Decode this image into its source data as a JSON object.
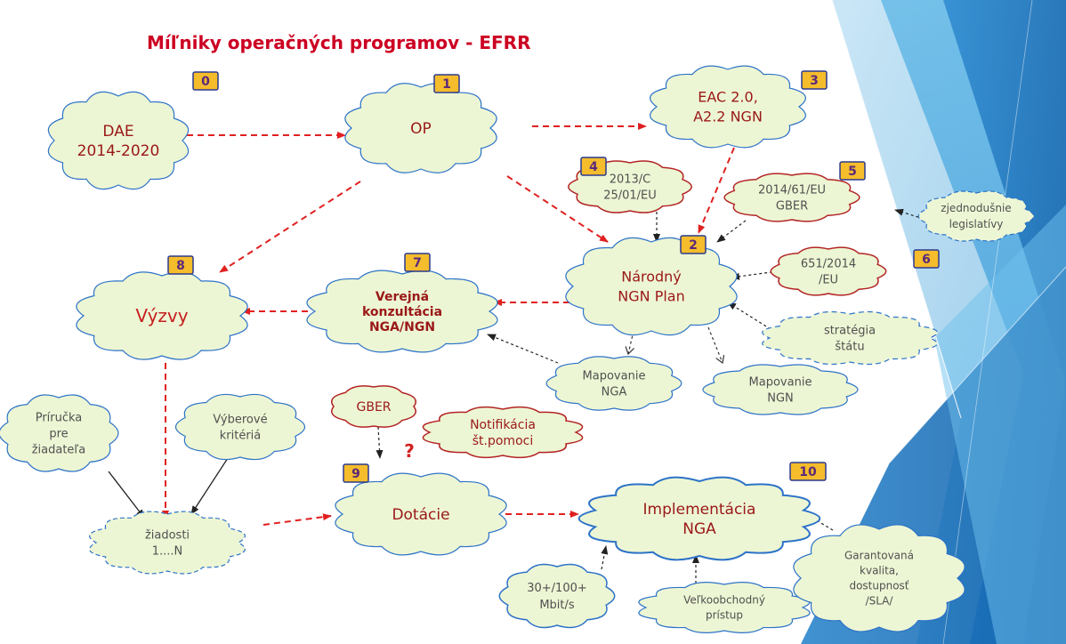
{
  "title": "Míľniky   operačných programov - EFRR",
  "colors": {
    "title": "#cc0022",
    "cloud_fill": "#edf6d4",
    "outline_blue": "#2d73c8",
    "outline_red": "#b32424",
    "text_dark_red": "#9a1818",
    "text_red": "#c62020",
    "text_gray": "#505050",
    "badge_fill": "#f5bc2c",
    "badge_border": "#2b3a8e",
    "badge_text": "#5a2a7a",
    "arrow_red": "#e02020",
    "arrow_black": "#222222"
  },
  "nodes": {
    "dae": {
      "badge": "0",
      "lines": [
        "DAE",
        "2014-2020"
      ]
    },
    "op": {
      "badge": "1",
      "lines": [
        "OP"
      ]
    },
    "eac": {
      "badge": "3",
      "lines": [
        "EAC 2.0,",
        "A2.2 NGN"
      ]
    },
    "n2013": {
      "badge": "4",
      "lines": [
        "2013/C",
        "25/01/EU"
      ]
    },
    "n2014": {
      "badge": "5",
      "lines": [
        "2014/61/EU",
        "GBER"
      ]
    },
    "zjed": {
      "lines": [
        "zjednodušnie",
        "legislatívy"
      ]
    },
    "narodny": {
      "badge": "2",
      "lines": [
        "Národný",
        "NGN Plan"
      ]
    },
    "n651": {
      "badge": "6",
      "lines": [
        "651/2014",
        "/EU"
      ]
    },
    "vyzvy": {
      "badge": "8",
      "lines": [
        "Výzvy"
      ]
    },
    "verejna": {
      "badge": "7",
      "lines": [
        "Verejná",
        "konzultácia",
        "NGA/NGN"
      ]
    },
    "strategia": {
      "lines": [
        "stratégia",
        "štátu"
      ]
    },
    "mapnga": {
      "lines": [
        "Mapovanie",
        "NGA"
      ]
    },
    "mapngn": {
      "lines": [
        "Mapovanie",
        "NGN"
      ]
    },
    "prirucka": {
      "lines": [
        "Príručka",
        "pre",
        "žiadateľa"
      ]
    },
    "vyberove": {
      "lines": [
        "Výberové",
        "kritériá"
      ]
    },
    "gber": {
      "lines": [
        "GBER"
      ]
    },
    "notif": {
      "lines": [
        "Notifikácia",
        "št.pomoci"
      ]
    },
    "question": "?",
    "dotacie": {
      "badge": "9",
      "lines": [
        "Dotácie"
      ]
    },
    "impl": {
      "badge": "10",
      "lines": [
        "Implementácia",
        "NGA"
      ]
    },
    "ziadosti": {
      "lines": [
        "žiadosti",
        "1....N"
      ]
    },
    "mbit": {
      "lines": [
        "30+/100+",
        "Mbit/s"
      ]
    },
    "velko": {
      "lines": [
        "Veľkoobchodný",
        "prístup"
      ]
    },
    "garant": {
      "lines": [
        "Garantovaná",
        "kvalita,",
        "dostupnosť",
        "/SLA/"
      ]
    }
  }
}
